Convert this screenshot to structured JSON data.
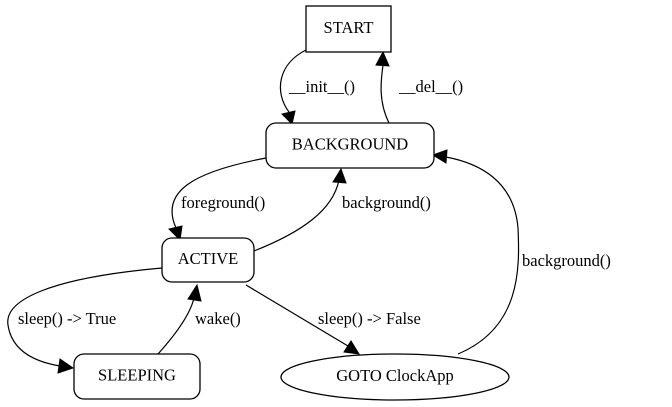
{
  "nodes": {
    "start": "START",
    "background": "BACKGROUND",
    "active": "ACTIVE",
    "sleeping": "SLEEPING",
    "goto_clockapp": "GOTO ClockApp"
  },
  "edges": {
    "init": "__init__()",
    "del": "__del__()",
    "foreground": "foreground()",
    "active_background": "background()",
    "sleep_true": "sleep() -> True",
    "wake": "wake()",
    "sleep_false": "sleep() -> False",
    "clockapp_background": "background()"
  }
}
